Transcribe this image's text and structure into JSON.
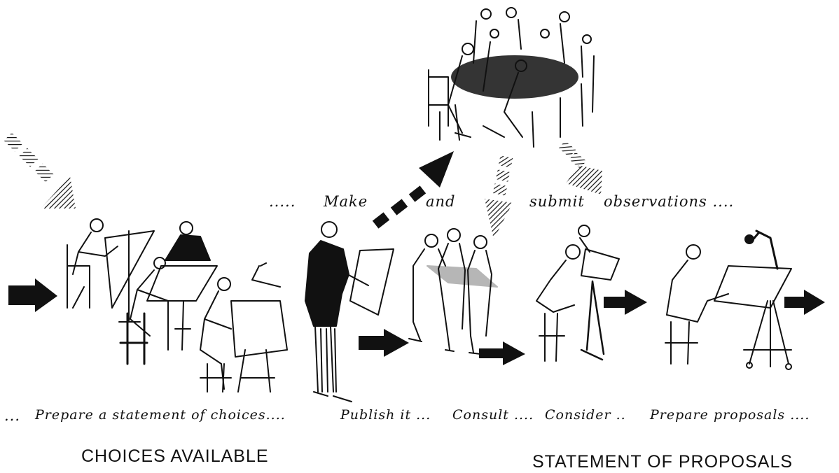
{
  "top_line": {
    "prefix": ".....",
    "make": "Make",
    "and": "and",
    "submit": "submit",
    "observations": "observations ...."
  },
  "bottom_line": {
    "lead": "...",
    "prepare_statement": "Prepare a statement of choices....",
    "publish": "Publish it ...",
    "consult": "Consult ....",
    "consider": "Consider ..",
    "prepare_proposals": "Prepare proposals ...."
  },
  "captions": {
    "left": "CHOICES AVAILABLE",
    "right": "STATEMENT OF PROPOSALS"
  },
  "colors": {
    "ink": "#111111",
    "paper": "#ffffff"
  }
}
